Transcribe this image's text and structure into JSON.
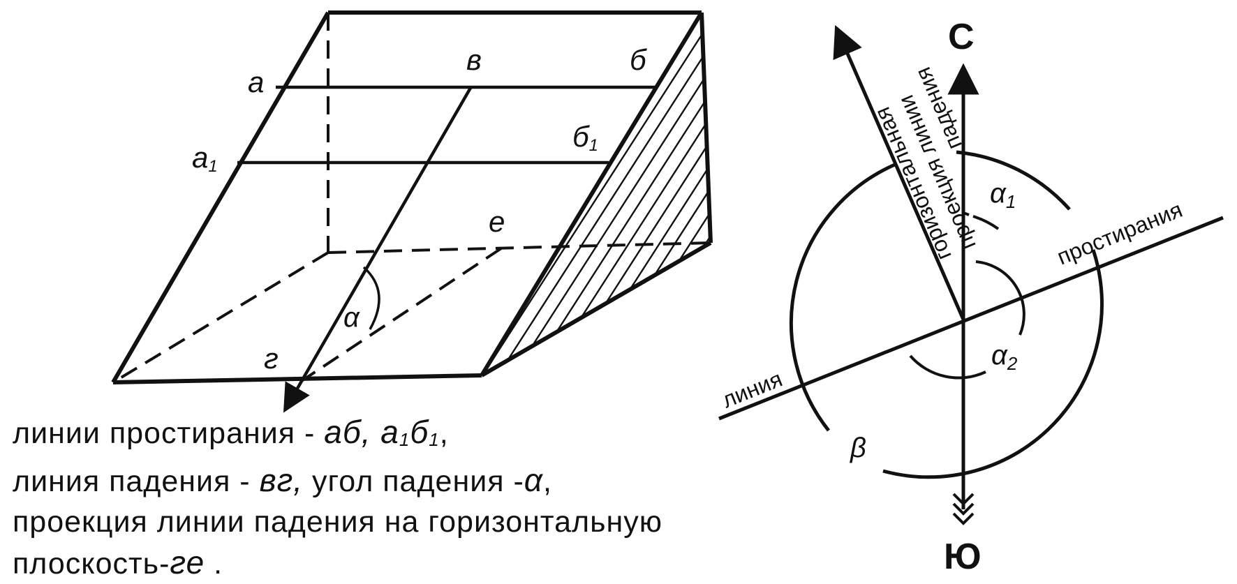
{
  "block": {
    "labels": {
      "a": "а",
      "a1_base": "а",
      "a1_sub": "1",
      "v": "в",
      "b": "б",
      "b1_base": "б",
      "b1_sub": "1",
      "e": "е",
      "g": "г",
      "alpha": "α"
    }
  },
  "compass": {
    "north": "С",
    "south": "Ю",
    "strike_line_word1": "линия",
    "strike_line_word2": "простирания",
    "dip_projection_words": [
      "горизонтальная",
      "проекция линии",
      "падения"
    ],
    "alpha1_base": "α",
    "alpha1_sub": "1",
    "alpha2_base": "α",
    "alpha2_sub": "2",
    "beta": "β"
  },
  "caption": {
    "line1_text": "линии простирания - ",
    "line1_ab": "аб, а",
    "line1_sub1": "1",
    "line1_b": "б",
    "line1_sub2": "1",
    "line1_end": ",",
    "line2_text": "линия падения - ",
    "line2_vg": "вг,",
    "line2_mid": " угол падения -",
    "line2_alpha": "α",
    "line2_end": ",",
    "line3_text": "проекция линии падения на горизонтальную",
    "line4_text": "плоскость-",
    "line4_ge": "ге",
    "line4_end": " ."
  }
}
